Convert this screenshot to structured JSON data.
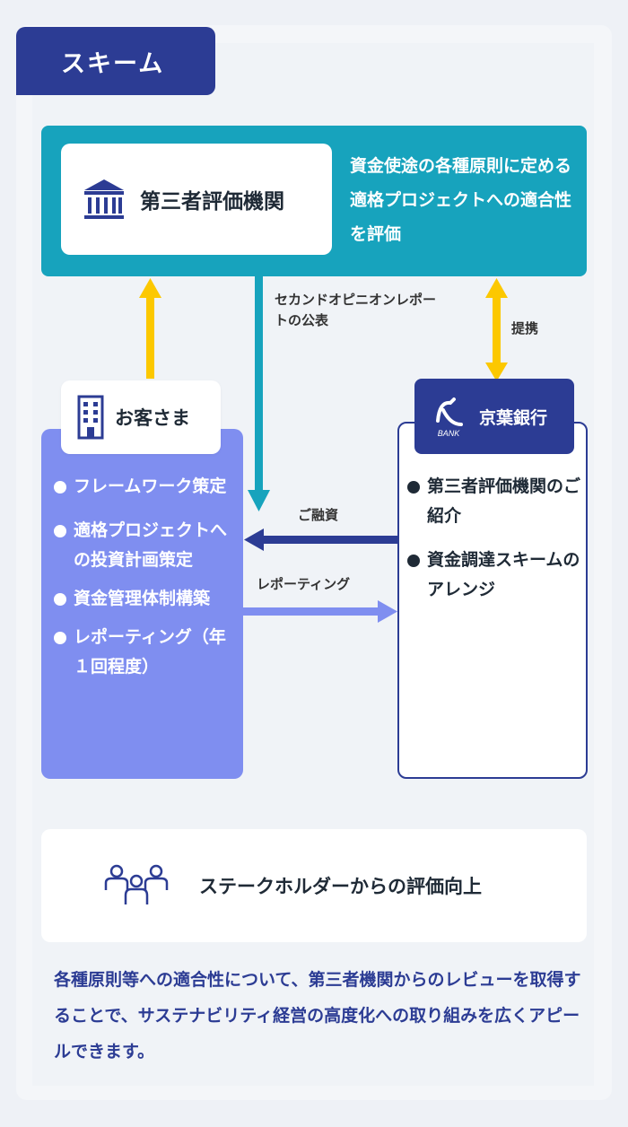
{
  "header": {
    "tab_label": "スキーム"
  },
  "evaluator": {
    "title": "第三者評価機関",
    "description": "資金使途の各種原則に定める適格プロジェクトへの適合性を評価",
    "icon": "institution-icon"
  },
  "arrows": {
    "second_opinion": "セカンドオピニオンレポートの公表",
    "partnership": "提携",
    "financing": "ご融資",
    "reporting": "レポーティング"
  },
  "customer": {
    "title": "お客さま",
    "icon": "building-icon",
    "items": [
      "フレームワーク策定",
      "適格プロジェクトへの投資計画策定",
      "資金管理体制構築",
      "レポーティング（年１回程度）"
    ]
  },
  "bank": {
    "name": "京葉銀行",
    "logo_text": "BANK",
    "icon": "keiyo-bank-logo-icon",
    "items": [
      "第三者評価機関のご紹介",
      "資金調達スキームのアレンジ"
    ]
  },
  "stakeholders": {
    "label": "ステークホルダーからの評価向上",
    "icon": "people-group-icon"
  },
  "summary": "各種原則等への適合性について、第三者機関からのレビューを取得することで、サステナビリティ経営の高度化への取り組みを広くアピールできます。",
  "colors": {
    "navy": "#2c3c94",
    "teal": "#17a3bd",
    "periwinkle": "#7f8ef0",
    "yellow": "#fcc800"
  }
}
